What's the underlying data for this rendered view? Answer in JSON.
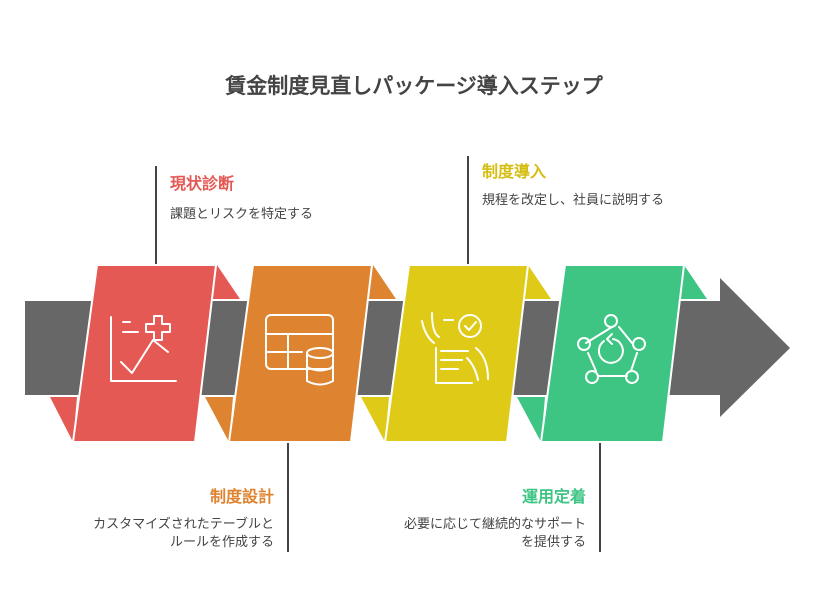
{
  "title": "賃金制度見直しパッケージ導入ステップ",
  "colors": {
    "step1": "#E55955",
    "step2": "#DE8431",
    "step3": "#DFCB17",
    "step4": "#3EC584",
    "band": "#676767"
  },
  "steps": [
    {
      "title": "現状診断",
      "desc": "課題とリスクを特定する",
      "icon": "chart-plus-icon"
    },
    {
      "title": "制度設計",
      "desc": "カスタマイズされたテーブルとルールを作成する",
      "icon": "table-database-icon"
    },
    {
      "title": "制度導入",
      "desc": "規程を改定し、社員に説明する",
      "icon": "checklist-hand-icon"
    },
    {
      "title": "運用定着",
      "desc": "必要に応じて継続的なサポートを提供する",
      "icon": "cycle-network-icon"
    }
  ]
}
